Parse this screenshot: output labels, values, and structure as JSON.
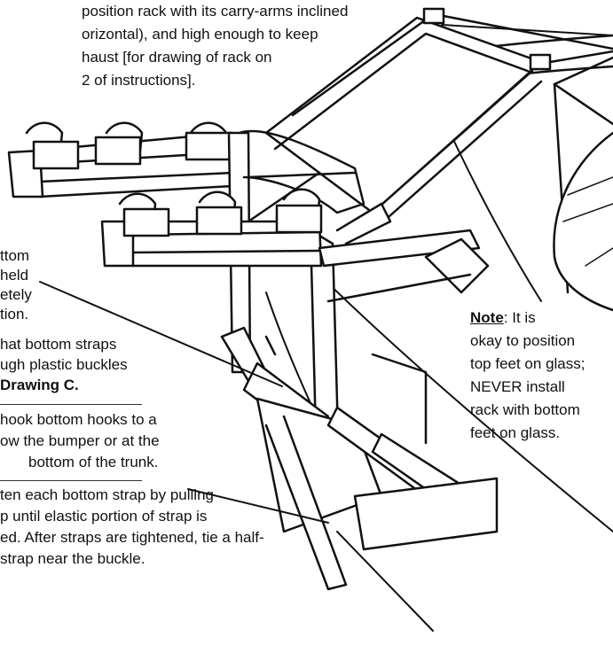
{
  "intro_text": {
    "line1": "position rack with its carry-arms inclined",
    "line2": "orizontal), and high enough to keep",
    "line3": "haust [for drawing of rack on",
    "line4": "2 of instructions]."
  },
  "left_notes": {
    "fragment1": "ttom",
    "fragment2": "held",
    "fragment3": "etely",
    "fragment4": "tion."
  },
  "step_straps": {
    "line1": "hat bottom straps",
    "line2": "ugh plastic buckles",
    "line3": "Drawing C."
  },
  "step_hooks": {
    "line1": "hook bottom hooks to a",
    "line2": "ow the bumper or at the",
    "line3": "bottom of the trunk."
  },
  "step_tighten": {
    "line1": "ten each bottom strap by pulling",
    "line2": "p until elastic portion of strap is",
    "line3": "ed. After straps are tightened, tie a half-",
    "line4": "strap near the buckle."
  },
  "note": {
    "label": "Note",
    "line1_rest": ":  It is",
    "line2": "okay to position",
    "line3": "top feet on glass;",
    "line4": "NEVER install",
    "line5": "rack with bottom",
    "line6": "feet on glass."
  }
}
